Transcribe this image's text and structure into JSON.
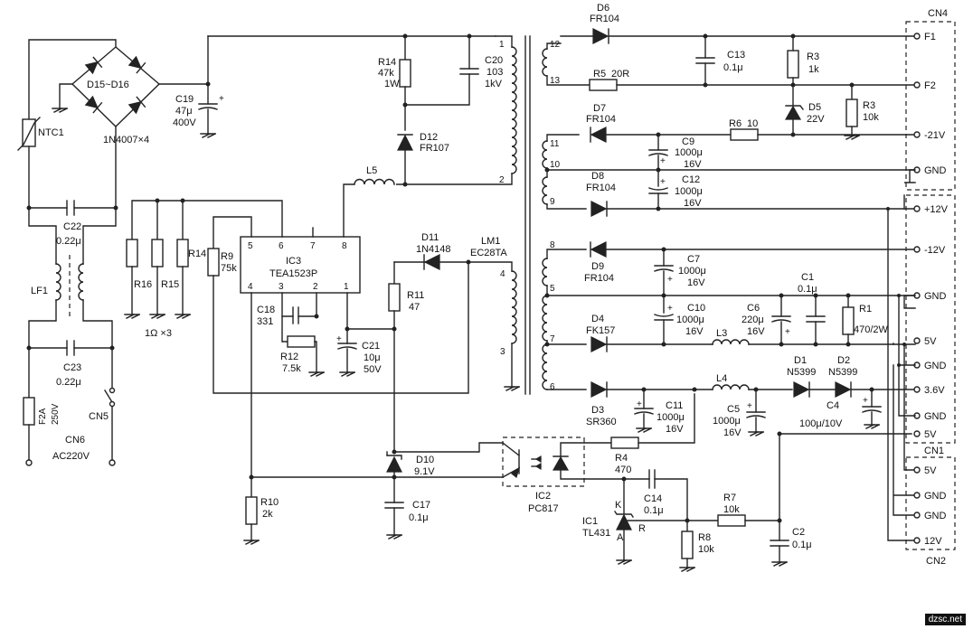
{
  "bridge": {
    "diodes": "D15~D16",
    "type": "1N4007×4",
    "ntc": "NTC1"
  },
  "c19": {
    "name": "C19",
    "value": "47μ",
    "volt": "400V"
  },
  "c22": {
    "name": "C22",
    "value": "0.22μ"
  },
  "c23": {
    "name": "C23",
    "value": "0.22μ"
  },
  "lf1": "LF1",
  "fuse": {
    "name": "F2A",
    "volt": "250V"
  },
  "cn5": "CN5",
  "cn6": {
    "name": "CN6",
    "label": "AC220V"
  },
  "r14a": {
    "name": "R14",
    "value": "47k",
    "power": "1W"
  },
  "c20": {
    "name": "C20",
    "value": "103",
    "volt": "1kV"
  },
  "d12": {
    "name": "D12",
    "type": "FR107"
  },
  "l5": "L5",
  "r14b": "R14",
  "r9": {
    "name": "R9",
    "value": "75k"
  },
  "r16": "R16",
  "r15": "R15",
  "r_note": "1Ω ×3",
  "ic3": {
    "name": "IC3",
    "type": "TEA1523P",
    "pins_top": [
      "5",
      "6",
      "7",
      "8"
    ],
    "pins_bottom": [
      "4",
      "3",
      "2",
      "1"
    ]
  },
  "c18": {
    "name": "C18",
    "value": "331"
  },
  "r12": {
    "name": "R12",
    "value": "7.5k"
  },
  "c21": {
    "name": "C21",
    "value": "10μ",
    "volt": "50V"
  },
  "r11": {
    "name": "R11",
    "value": "47"
  },
  "d11": {
    "name": "D11",
    "type": "1N4148"
  },
  "lm1": {
    "name": "LM1",
    "type": "EC28TA"
  },
  "primary_pins": [
    "1",
    "2",
    "4",
    "3"
  ],
  "d10": {
    "name": "D10",
    "value": "9.1V"
  },
  "c17": {
    "name": "C17",
    "value": "0.1μ"
  },
  "r10": {
    "name": "R10",
    "value": "2k"
  },
  "ic2": {
    "name": "IC2",
    "type": "PC817"
  },
  "r4": {
    "name": "R4",
    "value": "470"
  },
  "c14": {
    "name": "C14",
    "value": "0.1μ"
  },
  "ic1": {
    "name": "IC1",
    "type": "TL431",
    "k": "K",
    "a": "A",
    "r": "R"
  },
  "r8": {
    "name": "R8",
    "value": "10k"
  },
  "r7": {
    "name": "R7",
    "value": "10k"
  },
  "c2": {
    "name": "C2",
    "value": "0.1μ"
  },
  "secondary_pins": [
    "12",
    "13",
    "11",
    "10",
    "9",
    "8",
    "5",
    "7",
    "6"
  ],
  "d6": {
    "name": "D6",
    "type": "FR104"
  },
  "c13": {
    "name": "C13",
    "value": "0.1μ"
  },
  "r5": {
    "name": "R5",
    "value": "20R"
  },
  "r3a": {
    "name": "R3",
    "value": "1k"
  },
  "d5": {
    "name": "D5",
    "value": "22V"
  },
  "r3b": {
    "name": "R3",
    "value": "10k"
  },
  "d7": {
    "name": "D7",
    "type": "FR104"
  },
  "r6": {
    "name": "R6",
    "value": "10"
  },
  "c9": {
    "name": "C9",
    "value": "1000μ",
    "volt": "16V"
  },
  "d8": {
    "name": "D8",
    "type": "FR104"
  },
  "c12": {
    "name": "C12",
    "value": "1000μ",
    "volt": "16V"
  },
  "d9": {
    "name": "D9",
    "type": "FR104"
  },
  "c7": {
    "name": "C7",
    "value": "1000μ",
    "volt": "16V"
  },
  "c1": {
    "name": "C1",
    "value": "0.1μ"
  },
  "d4": {
    "name": "D4",
    "type": "FK157"
  },
  "c10": {
    "name": "C10",
    "value": "1000μ",
    "volt": "16V"
  },
  "c6": {
    "name": "C6",
    "value": "220μ",
    "volt": "16V"
  },
  "l3": "L3",
  "r1": {
    "name": "R1",
    "value": "470/2W"
  },
  "d3": {
    "name": "D3",
    "type": "SR360"
  },
  "c11": {
    "name": "C11",
    "value": "1000μ",
    "volt": "16V"
  },
  "l4": "L4",
  "c5": {
    "name": "C5",
    "value": "1000μ",
    "volt": "16V"
  },
  "d1": {
    "name": "D1",
    "type": "N5399"
  },
  "d2": {
    "name": "D2",
    "type": "N5399"
  },
  "c4": {
    "name": "C4",
    "value": "100μ/10V"
  },
  "cn4": {
    "name": "CN4",
    "pins": [
      "F1",
      "F2",
      "-21V",
      "GND"
    ]
  },
  "cn_mid": {
    "pins": [
      "+12V",
      "-12V",
      "GND",
      "5V",
      "GND",
      "3.6V",
      "GND",
      "5V"
    ]
  },
  "cn1": "CN1",
  "cn2": {
    "name": "CN2",
    "pins": [
      "5V",
      "GND",
      "GND",
      "12V"
    ]
  },
  "watermark": "dzsc.net"
}
